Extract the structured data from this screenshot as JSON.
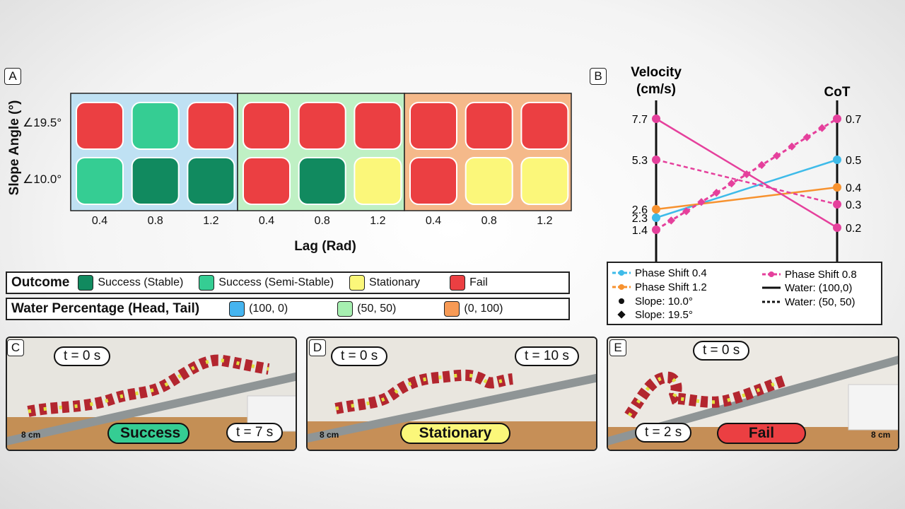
{
  "panels": {
    "a": "A",
    "b": "B",
    "c": "C",
    "d": "D",
    "e": "E"
  },
  "heatmap": {
    "ylabel": "Slope Angle (°)",
    "xlabel": "Lag (Rad)",
    "rows": [
      "∠19.5°",
      "∠10.0°"
    ],
    "x_ticks": [
      "0.4",
      "0.8",
      "1.2",
      "0.4",
      "0.8",
      "1.2",
      "0.4",
      "0.8",
      "1.2"
    ],
    "group_colors": [
      "#bfe1f3",
      "#bff0c4",
      "#f5b98a"
    ],
    "cells": [
      [
        "Fail",
        "Semi",
        "Fail",
        "Fail",
        "Fail",
        "Fail",
        "Fail",
        "Fail",
        "Fail"
      ],
      [
        "Semi",
        "Stable",
        "Stable",
        "Fail",
        "Stable",
        "Stationary",
        "Fail",
        "Stationary",
        "Stationary"
      ]
    ],
    "outcome_colors": {
      "Stable": "#118a5f",
      "Semi": "#35cd93",
      "Stationary": "#fbf77a",
      "Fail": "#eb3f42"
    }
  },
  "legend": {
    "outcome": {
      "title": "Outcome",
      "items": [
        {
          "label": "Success (Stable)",
          "color": "#118a5f"
        },
        {
          "label": "Success (Semi-Stable)",
          "color": "#35cd93"
        },
        {
          "label": "Stationary",
          "color": "#fbf77a"
        },
        {
          "label": "Fail",
          "color": "#eb3f42"
        }
      ]
    },
    "water": {
      "title": "Water Percentage (Head, Tail)",
      "items": [
        {
          "label": "(100, 0)",
          "color": "#45b4ef"
        },
        {
          "label": "(50, 50)",
          "color": "#a6efb0"
        },
        {
          "label": "(0, 100)",
          "color": "#f79a55"
        }
      ]
    }
  },
  "chart_data": {
    "type": "line",
    "left_axis": {
      "title": "Velocity\n(cm/s)",
      "ticks": [
        7.7,
        5.3,
        2.6,
        2.3,
        1.4
      ]
    },
    "right_axis": {
      "title": "CoT",
      "ticks": [
        0.7,
        0.5,
        0.4,
        0.3,
        0.2
      ]
    },
    "series": [
      {
        "name": "Phase Shift 0.4",
        "color": "#3ebbe9",
        "style": "solid",
        "left": 2.3,
        "right": 0.5
      },
      {
        "name": "Phase Shift 1.2",
        "color": "#f7922f",
        "style": "solid",
        "left": 2.6,
        "right": 0.4
      },
      {
        "name": "Phase Shift 0.8",
        "color": "#e5409c",
        "style": "solid",
        "left": 7.7,
        "right": 0.2
      },
      {
        "name": "Phase Shift 0.8",
        "color": "#e5409c",
        "style": "dashed",
        "left": 5.3,
        "right": 0.3
      },
      {
        "name": "Phase Shift 0.8",
        "color": "#e5409c",
        "style": "dashed",
        "marker": "diamond",
        "left": 1.4,
        "right": 0.7
      }
    ],
    "legend": [
      {
        "label": "Phase Shift 0.4",
        "kind": "color",
        "color": "#3ebbe9"
      },
      {
        "label": "Phase Shift 0.8",
        "kind": "color",
        "color": "#e5409c"
      },
      {
        "label": "Phase Shift 1.2",
        "kind": "color",
        "color": "#f7922f"
      },
      {
        "label": "Water: (100,0)",
        "kind": "solid"
      },
      {
        "label": "Slope: 10.0°",
        "kind": "circle"
      },
      {
        "label": "Water: (50, 50)",
        "kind": "dotted"
      },
      {
        "label": "Slope: 19.5°",
        "kind": "diamond"
      }
    ]
  },
  "photos": {
    "c": {
      "callout1": "t = 0 s",
      "callout2": "t = 7 s",
      "badge": "Success",
      "badge_color": "#35cd93",
      "scale": "8 cm"
    },
    "d": {
      "callout1": "t = 0 s",
      "callout2": "t = 10 s",
      "badge": "Stationary",
      "badge_color": "#fbf77a",
      "scale": "8 cm"
    },
    "e": {
      "callout1": "t = 0 s",
      "callout2": "t = 2 s",
      "badge": "Fail",
      "badge_color": "#eb3f42",
      "scale": "8 cm"
    }
  }
}
